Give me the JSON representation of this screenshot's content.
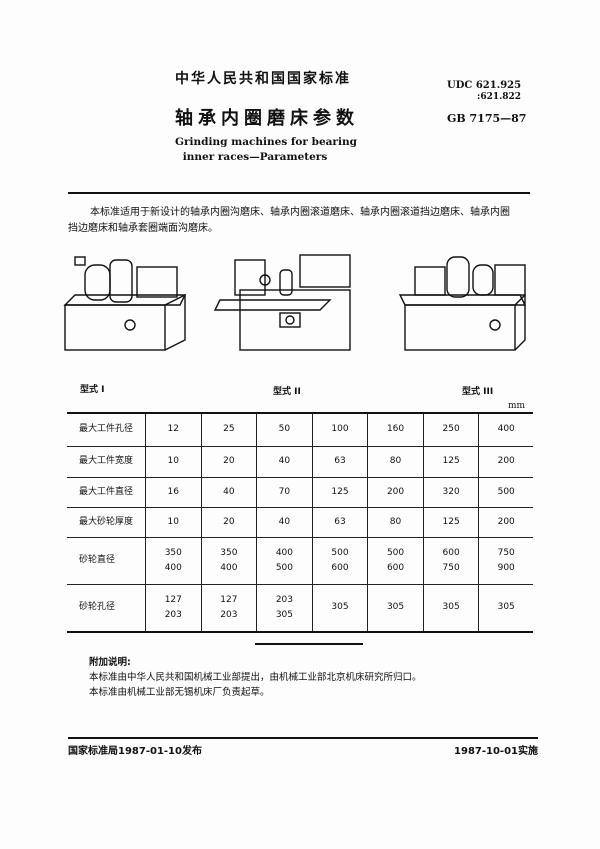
{
  "header": {
    "org": "中华人民共和国国家标准",
    "udc_1": "UDC 621.925",
    "udc_2": ":621.822",
    "title_cn": "轴承内圈磨床参数",
    "gb": "GB 7175—87",
    "title_en_1": "Grinding machines for bearing",
    "title_en_2": "inner races—Parameters"
  },
  "intro": {
    "line_1": "本标准适用于新设计的轴承内圈沟磨床、轴承内圈滚道磨床、轴承内圈滚道挡边磨床、轴承内圈",
    "line_2": "挡边磨床和轴承套圈端面沟磨床。"
  },
  "figures": [
    {
      "label": "型式 I"
    },
    {
      "label": "型式 II"
    },
    {
      "label": "型式 III"
    }
  ],
  "table": {
    "unit": "mm",
    "rows": [
      {
        "label": "最大工件孔径",
        "values": [
          "12",
          "25",
          "50",
          "100",
          "160",
          "250",
          "400"
        ]
      },
      {
        "label": "最大工件宽度",
        "values": [
          "10",
          "20",
          "40",
          "63",
          "80",
          "125",
          "200"
        ]
      },
      {
        "label": "最大工件直径",
        "values": [
          "16",
          "40",
          "70",
          "125",
          "200",
          "320",
          "500"
        ]
      },
      {
        "label": "最大砂轮厚度",
        "values": [
          "10",
          "20",
          "40",
          "63",
          "80",
          "125",
          "200"
        ]
      },
      {
        "label": "砂轮直径",
        "values": [
          "350\n400",
          "350\n400",
          "400\n500",
          "500\n600",
          "500\n600",
          "600\n750",
          "750\n900"
        ]
      },
      {
        "label": "砂轮孔径",
        "values": [
          "127\n203",
          "127\n203",
          "203\n305",
          "305",
          "305",
          "305",
          "305"
        ]
      }
    ]
  },
  "notes": {
    "heading": "附加说明:",
    "line_1": "本标准由中华人民共和国机械工业部提出，由机械工业部北京机床研究所归口。",
    "line_2": "本标准由机械工业部无锡机床厂负责起草。"
  },
  "footer": {
    "issued": "国家标准局1987-01-10发布",
    "effective": "1987-10-01实施"
  }
}
